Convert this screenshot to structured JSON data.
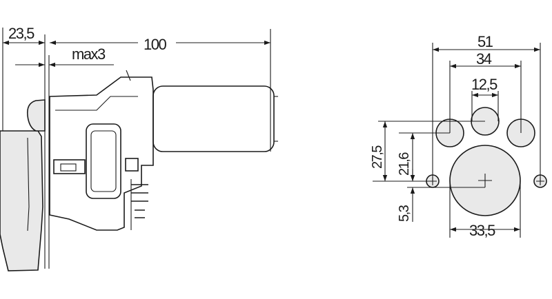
{
  "side_view": {
    "dims": {
      "depth_front": "23,5",
      "overall_length": "100",
      "max_offset": "max3"
    }
  },
  "cutout_view": {
    "dims": {
      "outer_width": "51",
      "inner_width": "34",
      "hole_width": "12,5",
      "height_upper": "27,5",
      "height_mid": "21,6",
      "height_lower": "5,3",
      "circle_diameter": "33,5"
    }
  }
}
